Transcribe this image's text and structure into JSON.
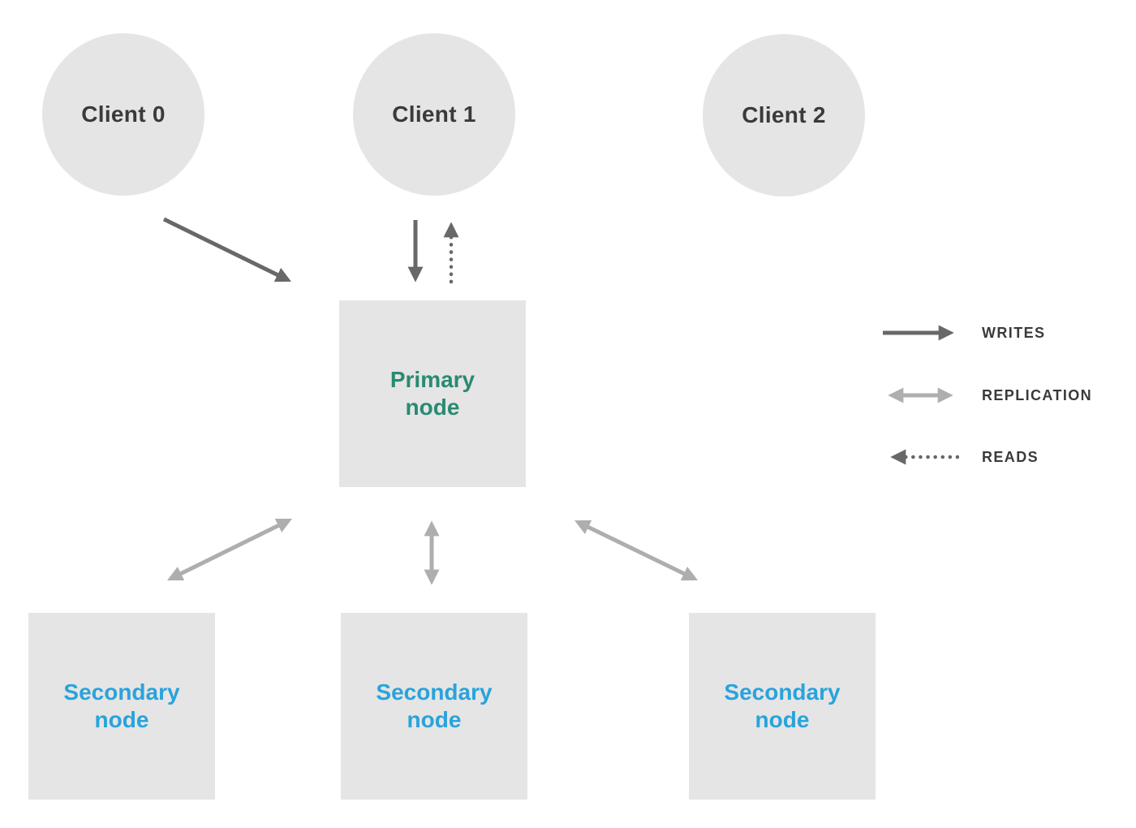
{
  "colors": {
    "canvas_bg": "#ffffff",
    "shape_fill": "#e5e5e5",
    "label_dark": "#3a3a3a",
    "writes_arrow": "#686868",
    "replication_arrow": "#aeaeae",
    "reads_arrow": "#686868",
    "primary_label": "#2a8a72",
    "secondary_label": "#29a3dc"
  },
  "clients": [
    {
      "label": "Client 0"
    },
    {
      "label": "Client 1"
    },
    {
      "label": "Client 2"
    }
  ],
  "primary_node": {
    "label": "Primary node"
  },
  "secondary_nodes": [
    {
      "label": "Secondary node"
    },
    {
      "label": "Secondary node"
    },
    {
      "label": "Secondary node"
    }
  ],
  "legend": {
    "items": [
      {
        "label": "WRITES",
        "icon": "writes-arrow-icon"
      },
      {
        "label": "REPLICATION",
        "icon": "replication-arrow-icon"
      },
      {
        "label": "READS",
        "icon": "reads-arrow-icon"
      }
    ]
  }
}
